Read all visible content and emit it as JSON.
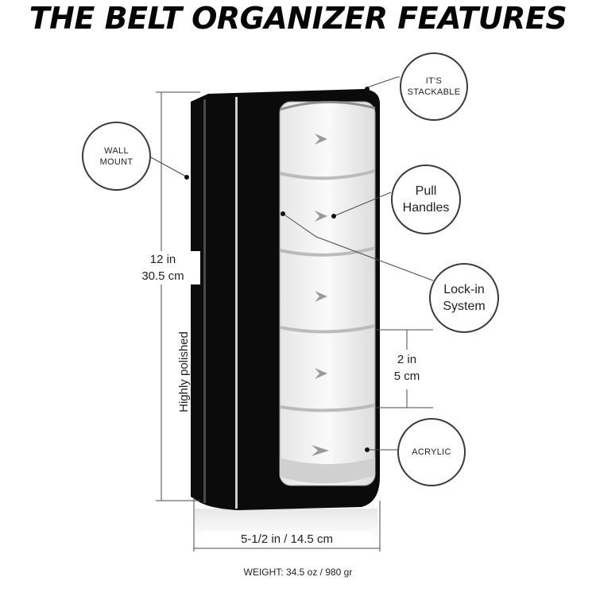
{
  "title": "THE BELT ORGANIZER FEATURES",
  "callouts": {
    "stackable": {
      "line1": "IT'S",
      "line2": "STACKABLE"
    },
    "wall_mount": {
      "line1": "WALL",
      "line2": "MOUNT"
    },
    "pull_handles": {
      "line1": "Pull",
      "line2": "Handles"
    },
    "lock_in": {
      "line1": "Lock-in",
      "line2": "System"
    },
    "acrylic": {
      "line1": "ACRYLIC"
    }
  },
  "dimensions": {
    "height_in": "12 in",
    "height_cm": "30.5 cm",
    "drawer_in": "2 in",
    "drawer_cm": "5 cm",
    "width": "5-1/2 in / 14.5 cm"
  },
  "finish_label": "Highly polished",
  "weight": "WEIGHT: 34.5 oz / 980 gr",
  "colors": {
    "body": "#0b0b0b",
    "acrylic": "#f2f2f2",
    "line": "#4a4a4a"
  }
}
